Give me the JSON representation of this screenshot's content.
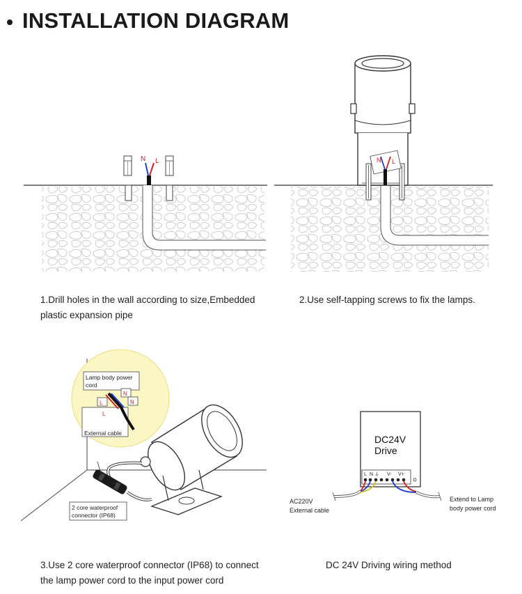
{
  "title": "INSTALLATION DIAGRAM",
  "steps": [
    {
      "caption_line1": "1.Drill holes in the wall according to size,Embedded",
      "caption_line2": "plastic expansion pipe"
    },
    {
      "caption_line1": "2.Use self-tapping screws to fix the lamps.",
      "caption_line2": ""
    },
    {
      "caption_line1": "3.Use 2 core waterproof connector (IP68) to connect",
      "caption_line2": "the lamp power cord to the input power cord"
    },
    {
      "caption_line1": "DC 24V Driving wiring method",
      "caption_line2": ""
    }
  ],
  "wire_labels": {
    "neutral": "N",
    "live": "L"
  },
  "connector_detail": {
    "lamp_cord_label_1": "Lamp body power",
    "lamp_cord_label_2": "cord",
    "external_cable_label": "External cable",
    "connector_label_1": "2 core waterproof",
    "connector_label_2": "connector (IP68)"
  },
  "driver": {
    "name_line1": "DC24V",
    "name_line2": "Drive",
    "terminals": [
      "L",
      "N",
      "⏚",
      "V-",
      "V+"
    ],
    "input_label_1": "AC220V",
    "input_label_2": "External cable",
    "output_label_1": "Extend to Lamp",
    "output_label_2": "body power cord"
  },
  "colors": {
    "neutral_wire": "#1f3fd0",
    "live_wire": "#d02020",
    "earth_wire": "#d8c020",
    "highlight": "#fbf7c4"
  }
}
